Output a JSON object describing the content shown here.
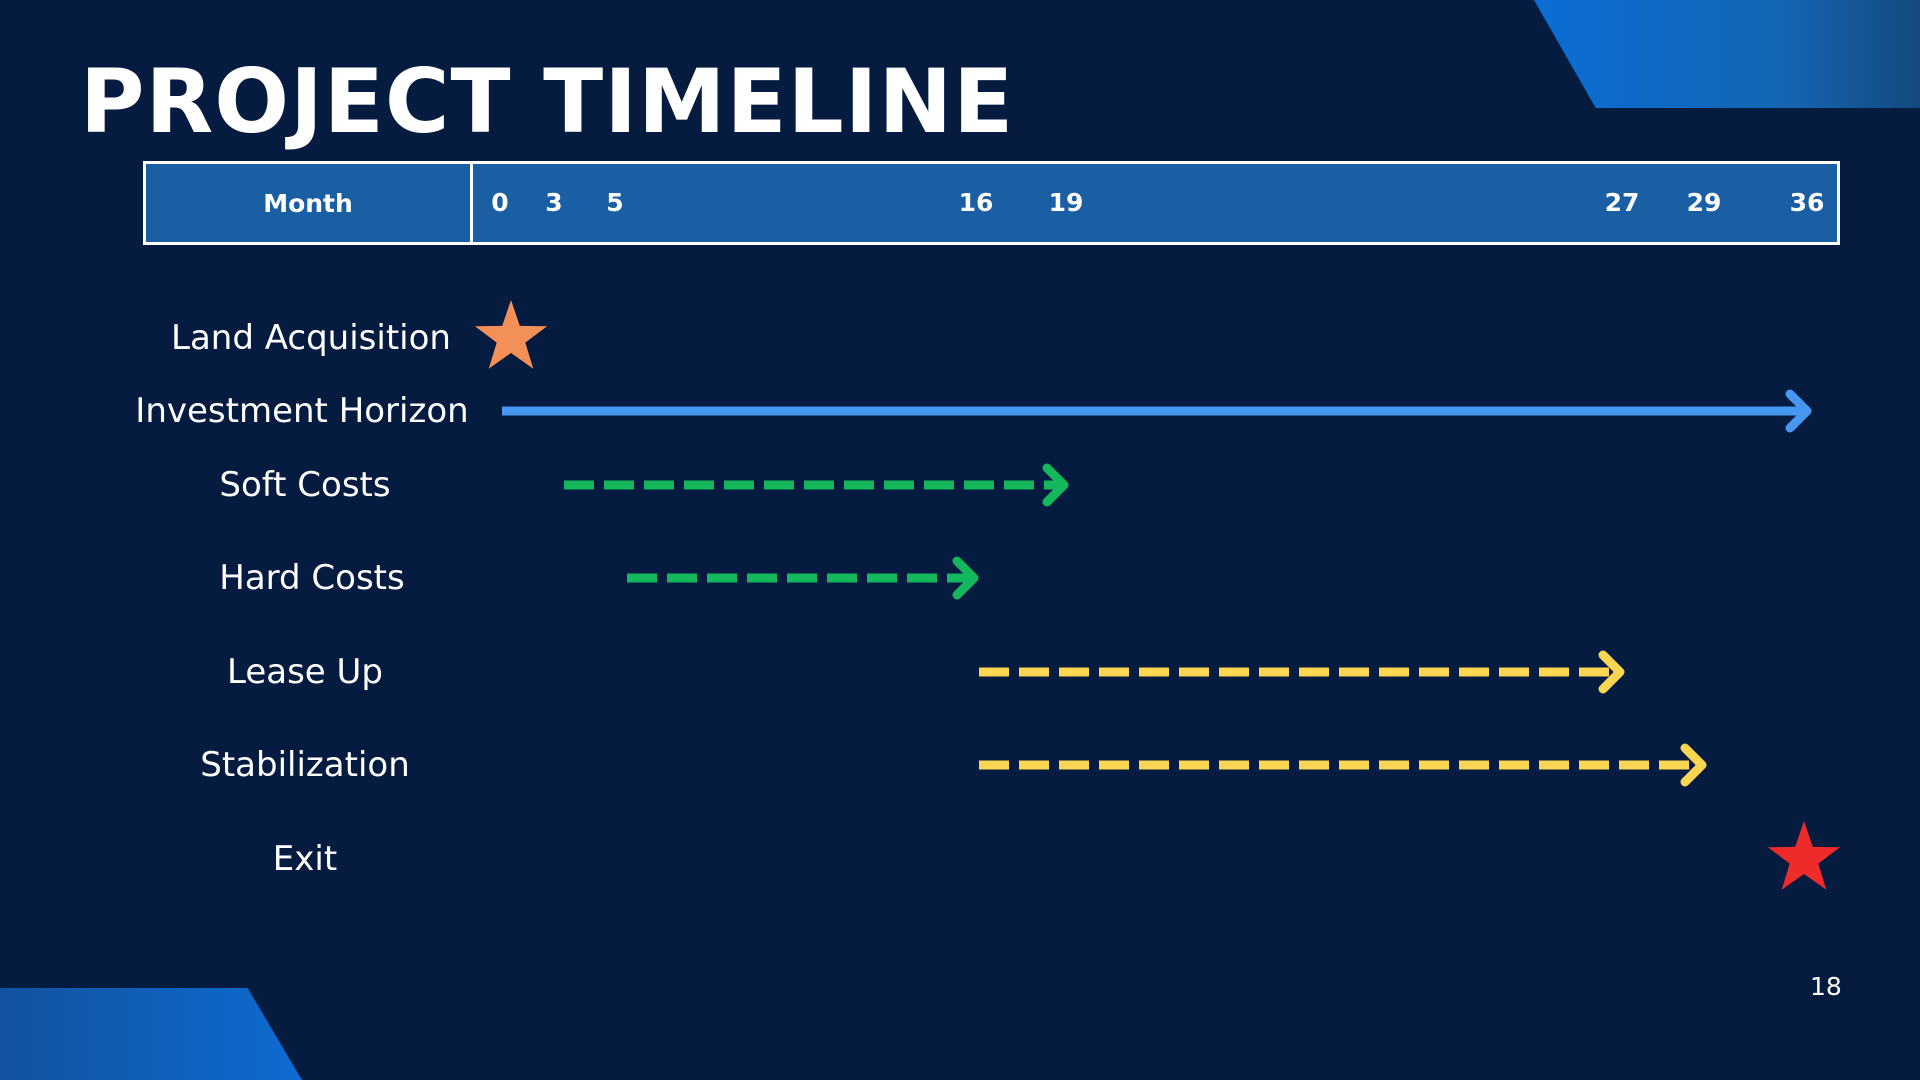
{
  "slide": {
    "title": "PROJECT TIMELINE",
    "page_number": "18",
    "colors": {
      "background": "#051b40",
      "header_fill": "#1a5ea4",
      "land_star": "#f39058",
      "investment": "#4597f0",
      "green": "#14b75c",
      "yellow": "#fbd653",
      "exit_star": "#ee2b2b"
    }
  },
  "header": {
    "month_label": "Month",
    "ticks": [
      "0",
      "3",
      "5",
      "16",
      "19",
      "27",
      "29",
      "36"
    ]
  },
  "rows": [
    {
      "label": "Land Acquisition",
      "kind": "milestone",
      "month": 0,
      "color": "#f39058",
      "icon": "star-icon"
    },
    {
      "label": "Investment Horizon",
      "kind": "bar",
      "start": 0,
      "end": 36,
      "style": "solid",
      "color": "#4597f0"
    },
    {
      "label": "Soft Costs",
      "kind": "bar",
      "start": 3,
      "end": 19,
      "style": "dashed",
      "color": "#14b75c"
    },
    {
      "label": "Hard Costs",
      "kind": "bar",
      "start": 5,
      "end": 16,
      "style": "dashed",
      "color": "#14b75c"
    },
    {
      "label": "Lease Up",
      "kind": "bar",
      "start": 16,
      "end": 27,
      "style": "dashed",
      "color": "#fbd653"
    },
    {
      "label": "Stabilization",
      "kind": "bar",
      "start": 16,
      "end": 29,
      "style": "dashed",
      "color": "#fbd653"
    },
    {
      "label": "Exit",
      "kind": "milestone",
      "month": 36,
      "color": "#ee2b2b",
      "icon": "star-icon"
    }
  ]
}
